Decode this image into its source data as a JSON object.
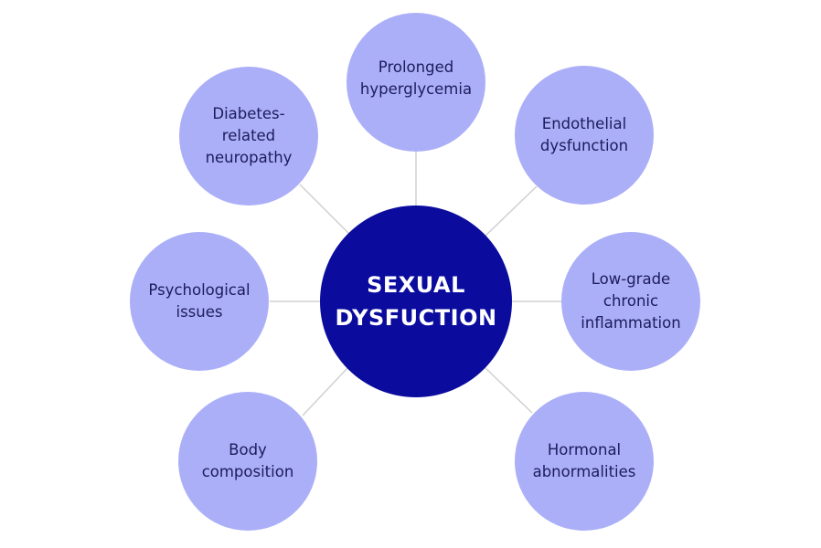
{
  "diagram": {
    "center": {
      "label": "SEXUAL\nDYSFUCTION",
      "color": "#0b0c9e"
    },
    "outer_color": "#abaff8",
    "nodes": [
      {
        "id": "prolonged-hyperglycemia",
        "label": "Prolonged\nhyperglycemia"
      },
      {
        "id": "endothelial-dysfunction",
        "label": "Endothelial\ndysfunction"
      },
      {
        "id": "low-grade-chronic-inflammation",
        "label": "Low-grade\nchronic\ninflammation"
      },
      {
        "id": "hormonal-abnormalities",
        "label": "Hormonal\nabnormalities"
      },
      {
        "id": "body-composition",
        "label": "Body\ncomposition"
      },
      {
        "id": "psychological-issues",
        "label": "Psychological\nissues"
      },
      {
        "id": "diabetes-related-neuropathy",
        "label": "Diabetes-\nrelated\nneuropathy"
      }
    ]
  }
}
